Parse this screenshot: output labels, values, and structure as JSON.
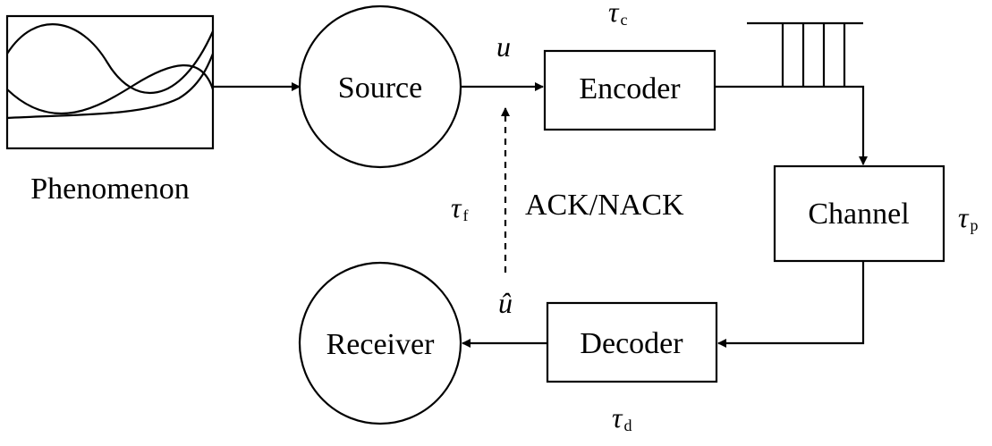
{
  "labels": {
    "phenomenon": "Phenomenon",
    "source": "Source",
    "encoder": "Encoder",
    "channel": "Channel",
    "decoder": "Decoder",
    "receiver": "Receiver",
    "ack": "ACK/NACK",
    "u": "u",
    "u_hat": "û",
    "tau": "τ",
    "sub_c": "c",
    "sub_p": "p",
    "sub_d": "d",
    "sub_f": "f"
  }
}
